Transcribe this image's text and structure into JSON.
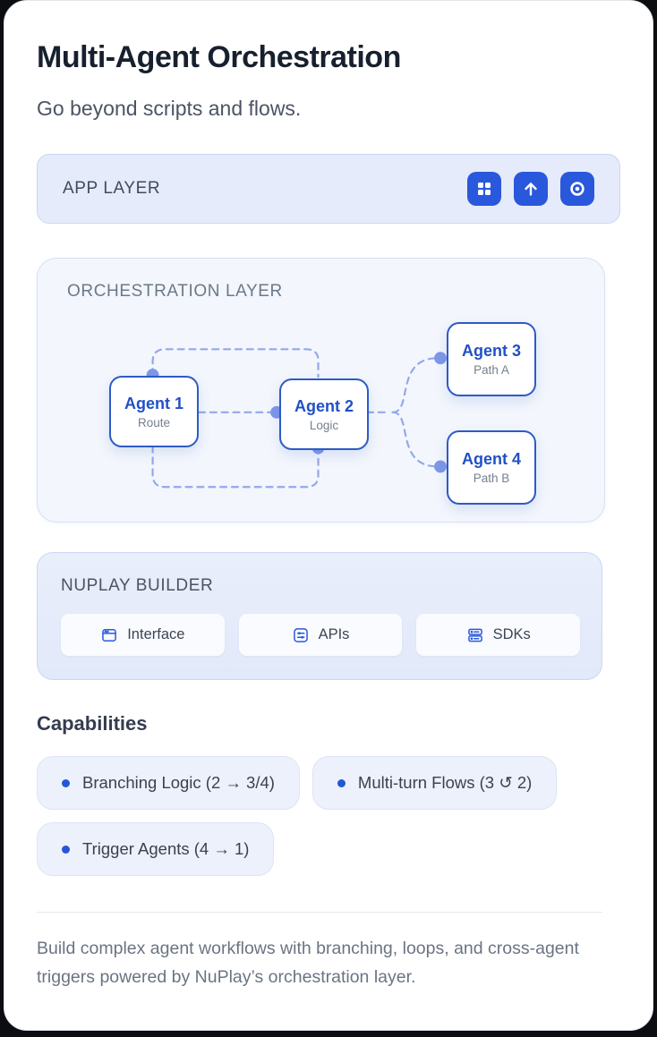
{
  "header": {
    "title": "Multi-Agent Orchestration",
    "subtitle": "Go beyond scripts and flows."
  },
  "app_layer": {
    "label": "APP LAYER",
    "buttons": [
      {
        "icon": "grid-icon"
      },
      {
        "icon": "arrow-up-icon"
      },
      {
        "icon": "target-icon"
      }
    ]
  },
  "orchestration": {
    "label": "ORCHESTRATION LAYER",
    "agents": [
      {
        "name": "Agent 1",
        "role": "Route"
      },
      {
        "name": "Agent 2",
        "role": "Logic"
      },
      {
        "name": "Agent 3",
        "role": "Path A"
      },
      {
        "name": "Agent 4",
        "role": "Path B"
      }
    ]
  },
  "builder": {
    "label": "NUPLAY BUILDER",
    "chips": [
      {
        "icon": "browser-window-icon",
        "label": "Interface"
      },
      {
        "icon": "sliders-icon",
        "label": "APIs"
      },
      {
        "icon": "server-icon",
        "label": "SDKs"
      }
    ]
  },
  "capabilities": {
    "heading": "Capabilities",
    "items": [
      {
        "label": "Branching Logic (2 → 3/4)"
      },
      {
        "label": "Multi-turn Flows (3 ↺ 2)"
      },
      {
        "label": "Trigger Agents (4 → 1)"
      }
    ]
  },
  "footer": {
    "text": "Build complex agent workflows with branching, loops, and cross-agent triggers powered by NuPlay’s orchestration layer."
  },
  "colors": {
    "accent_blue": "#2a58dc",
    "node_border_blue": "#2e5ac7",
    "node_title_blue": "#2150c6",
    "dashed_line": "#93a8ea",
    "connector_dot": "#7e97e8",
    "panel_lavender": "#e5ebfa",
    "panel_light": "#f3f6fc",
    "page_background": "#0c0d11"
  }
}
